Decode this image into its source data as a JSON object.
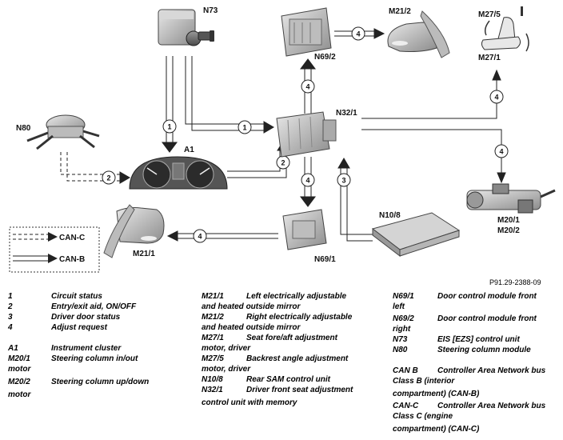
{
  "diagram": {
    "components": {
      "n73": "N73",
      "n69_2": "N69/2",
      "m21_2": "M21/2",
      "m27_5": "M27/5",
      "m27_1": "M27/1",
      "n80": "N80",
      "a1": "A1",
      "n32_1": "N32/1",
      "n10_8": "N10/8",
      "n69_1": "N69/1",
      "m21_1": "M21/1",
      "m20_1": "M20/1",
      "m20_2": "M20/2"
    },
    "signals": {
      "s1": "1",
      "s2": "2",
      "s3": "3",
      "s4": "4"
    },
    "bus_legend": {
      "can_c": "CAN-C",
      "can_b": "CAN-B"
    },
    "figure_ref": "P91.29-2388-09"
  },
  "legend": {
    "col1": [
      {
        "code": "1",
        "text": "Circuit status"
      },
      {
        "code": "2",
        "text": "Entry/exit aid, ON/OFF"
      },
      {
        "code": "3",
        "text": "Driver door status"
      },
      {
        "code": "4",
        "text": "Adjust request"
      },
      {
        "code": "A1",
        "text": "Instrument cluster"
      },
      {
        "code": "M20/1",
        "text": "Steering column in/out",
        "cont": "motor"
      },
      {
        "code": "M20/2",
        "text": "Steering column up/down",
        "cont": "motor"
      }
    ],
    "col2": [
      {
        "code": "M21/1",
        "text": "Left electrically adjustable",
        "cont": "and heated outside mirror"
      },
      {
        "code": "M21/2",
        "text": "Right electrically adjustable",
        "cont": "and heated outside mirror"
      },
      {
        "code": "M27/1",
        "text": "Seat fore/aft adjustment",
        "cont": "motor, driver"
      },
      {
        "code": "M27/5",
        "text": "Backrest angle adjustment",
        "cont": "motor, driver"
      },
      {
        "code": "N10/8",
        "text": "Rear SAM control unit"
      },
      {
        "code": "N32/1",
        "text": "Driver front seat adjustment",
        "cont": "control unit with memory"
      }
    ],
    "col3": [
      {
        "code": "N69/1",
        "text": "Door control module front",
        "cont": "left"
      },
      {
        "code": "N69/2",
        "text": "Door control module front",
        "cont": "right"
      },
      {
        "code": "N73",
        "text": "EIS [EZS] control unit"
      },
      {
        "code": "N80",
        "text": "Steering column module"
      },
      {
        "code": "CAN B",
        "text": "Controller Area Network bus",
        "cont": "Class B (interior",
        "cont2": "compartment) (CAN-B)"
      },
      {
        "code": "CAN-C",
        "text": "Controller Area Network bus",
        "cont": "Class C (engine",
        "cont2": "compartment) (CAN-C)"
      }
    ]
  }
}
